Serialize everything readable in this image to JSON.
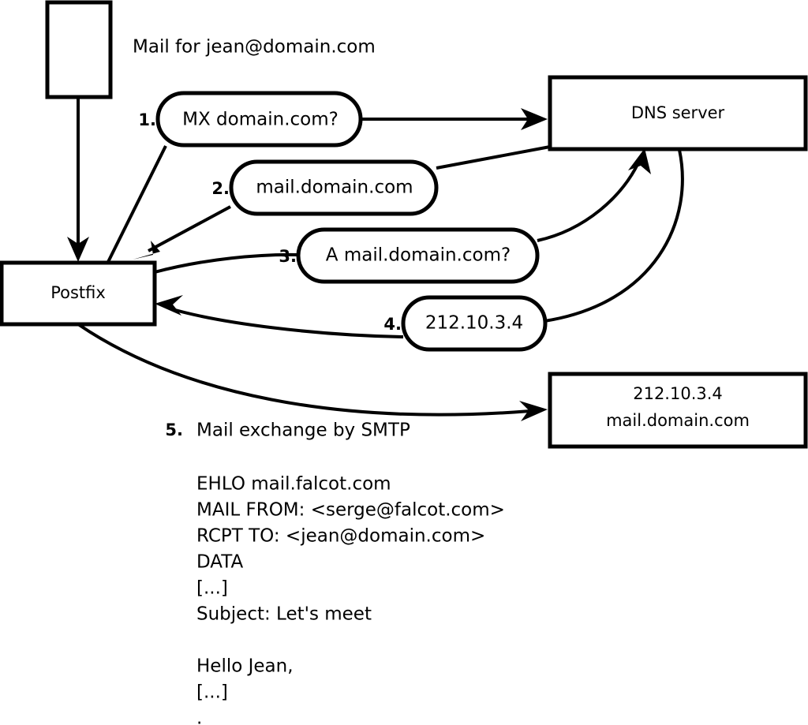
{
  "diagram": {
    "title": "Mail for jean@domain.com",
    "nodes": [
      {
        "id": "sender",
        "label": ""
      },
      {
        "id": "postfix",
        "label": "Postfix"
      },
      {
        "id": "dns",
        "label": "DNS server"
      },
      {
        "id": "mailserver",
        "line1": "212.10.3.4",
        "line2": "mail.domain.com"
      }
    ],
    "steps": [
      {
        "num": "1.",
        "label": "MX domain.com?"
      },
      {
        "num": "2.",
        "label": "mail.domain.com"
      },
      {
        "num": "3.",
        "label": "A mail.domain.com?"
      },
      {
        "num": "4.",
        "label": "212.10.3.4"
      }
    ],
    "step5": {
      "num": "5.",
      "label": "Mail exchange by SMTP"
    },
    "smtp_transcript": [
      "EHLO mail.falcot.com",
      "MAIL FROM: <serge@falcot.com>",
      "RCPT TO: <jean@domain.com>",
      "DATA",
      "[...]",
      "Subject: Let's meet",
      "",
      "Hello Jean,",
      "[...]",
      "",
      "."
    ],
    "colors": {
      "stroke": "#000000",
      "fill": "#ffffff",
      "text": "#000000"
    }
  }
}
